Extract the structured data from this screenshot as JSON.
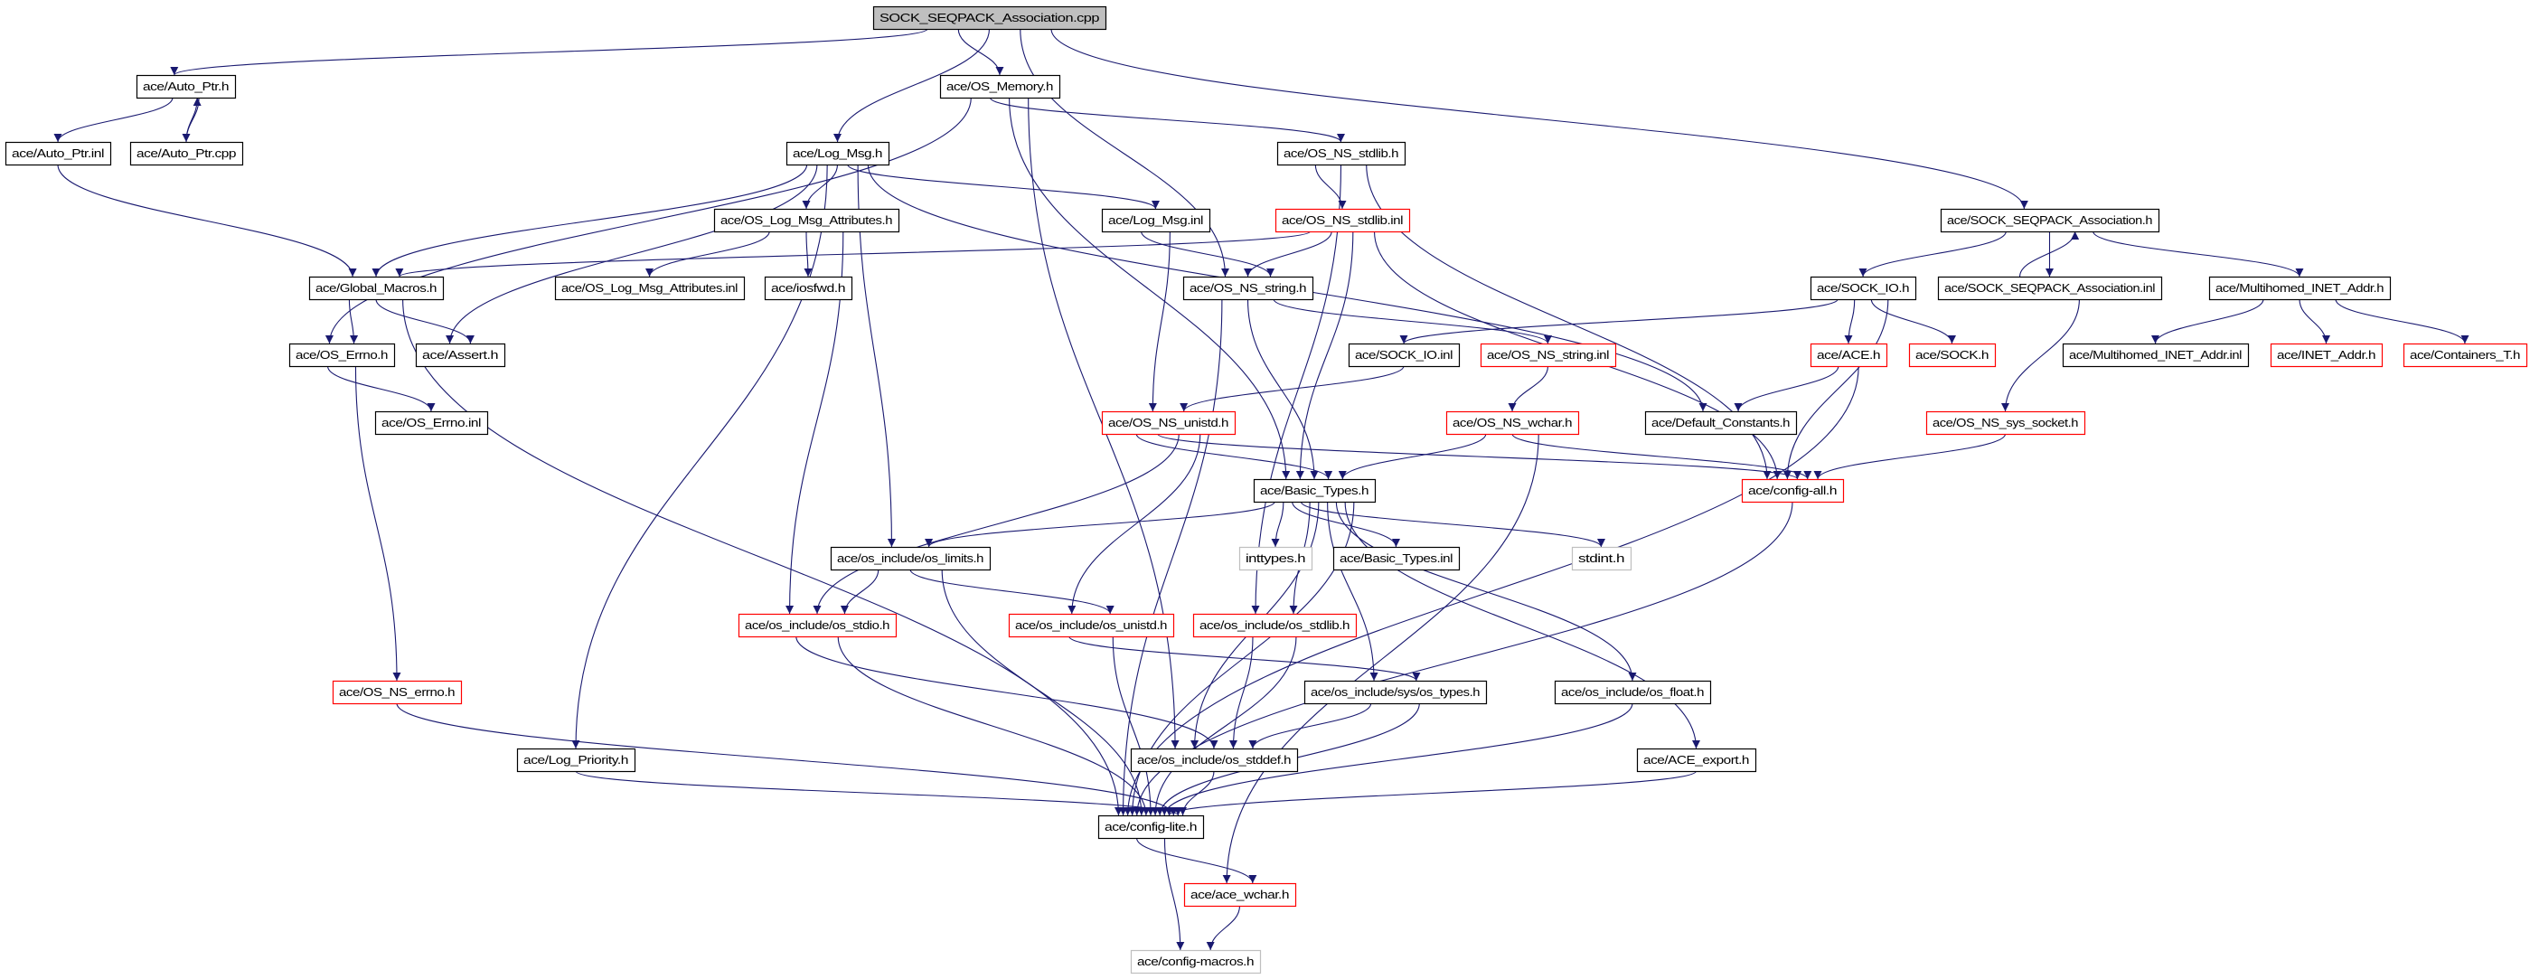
{
  "graph_title": "SOCK_SEQPACK_Association.cpp",
  "colors": {
    "edge": "#191970",
    "root_fill": "#bfbfbf",
    "normal_border": "#000000",
    "truncated_border": "#ff0000",
    "external_border": "#bfbfbf"
  },
  "nodes": {
    "root": {
      "label": "SOCK_SEQPACK_Association.cpp",
      "style": "root"
    },
    "auto_ptr_h": {
      "label": "ace/Auto_Ptr.h",
      "style": "normal"
    },
    "auto_ptr_inl": {
      "label": "ace/Auto_Ptr.inl",
      "style": "normal"
    },
    "auto_ptr_cpp": {
      "label": "ace/Auto_Ptr.cpp",
      "style": "normal"
    },
    "os_memory_h": {
      "label": "ace/OS_Memory.h",
      "style": "normal"
    },
    "log_msg_h": {
      "label": "ace/Log_Msg.h",
      "style": "normal"
    },
    "os_ns_stdlib_h": {
      "label": "ace/OS_NS_stdlib.h",
      "style": "normal"
    },
    "os_log_msg_attr_h": {
      "label": "ace/OS_Log_Msg_Attributes.h",
      "style": "normal"
    },
    "log_msg_inl": {
      "label": "ace/Log_Msg.inl",
      "style": "normal"
    },
    "os_ns_stdlib_inl": {
      "label": "ace/OS_NS_stdlib.inl",
      "style": "red"
    },
    "sock_seqpack_h": {
      "label": "ace/SOCK_SEQPACK_Association.h",
      "style": "normal"
    },
    "global_macros_h": {
      "label": "ace/Global_Macros.h",
      "style": "normal"
    },
    "os_log_msg_attr_inl": {
      "label": "ace/OS_Log_Msg_Attributes.inl",
      "style": "normal"
    },
    "iosfwd_h": {
      "label": "ace/iosfwd.h",
      "style": "normal"
    },
    "os_ns_string_h": {
      "label": "ace/OS_NS_string.h",
      "style": "normal"
    },
    "sock_io_h": {
      "label": "ace/SOCK_IO.h",
      "style": "normal"
    },
    "sock_seqpack_inl": {
      "label": "ace/SOCK_SEQPACK_Association.inl",
      "style": "normal"
    },
    "multihomed_h": {
      "label": "ace/Multihomed_INET_Addr.h",
      "style": "normal"
    },
    "os_errno_h": {
      "label": "ace/OS_Errno.h",
      "style": "normal"
    },
    "assert_h": {
      "label": "ace/Assert.h",
      "style": "normal"
    },
    "sock_io_inl": {
      "label": "ace/SOCK_IO.inl",
      "style": "normal"
    },
    "os_ns_string_inl": {
      "label": "ace/OS_NS_string.inl",
      "style": "red"
    },
    "ace_h": {
      "label": "ace/ACE.h",
      "style": "red"
    },
    "sock_h": {
      "label": "ace/SOCK.h",
      "style": "red"
    },
    "multihomed_inl": {
      "label": "ace/Multihomed_INET_Addr.inl",
      "style": "normal"
    },
    "inet_addr_h": {
      "label": "ace/INET_Addr.h",
      "style": "red"
    },
    "containers_t_h": {
      "label": "ace/Containers_T.h",
      "style": "red"
    },
    "os_errno_inl": {
      "label": "ace/OS_Errno.inl",
      "style": "normal"
    },
    "os_ns_unistd_h": {
      "label": "ace/OS_NS_unistd.h",
      "style": "red"
    },
    "os_ns_wchar_h": {
      "label": "ace/OS_NS_wchar.h",
      "style": "red"
    },
    "default_constants_h": {
      "label": "ace/Default_Constants.h",
      "style": "normal"
    },
    "os_ns_sys_socket_h": {
      "label": "ace/OS_NS_sys_socket.h",
      "style": "red"
    },
    "basic_types_h": {
      "label": "ace/Basic_Types.h",
      "style": "normal"
    },
    "config_all_h": {
      "label": "ace/config-all.h",
      "style": "red"
    },
    "os_limits_h": {
      "label": "ace/os_include/os_limits.h",
      "style": "normal"
    },
    "inttypes_h": {
      "label": "inttypes.h",
      "style": "grey"
    },
    "basic_types_inl": {
      "label": "ace/Basic_Types.inl",
      "style": "normal"
    },
    "stdint_h": {
      "label": "stdint.h",
      "style": "grey"
    },
    "os_stdio_h": {
      "label": "ace/os_include/os_stdio.h",
      "style": "red"
    },
    "os_unistd_h": {
      "label": "ace/os_include/os_unistd.h",
      "style": "red"
    },
    "os_stdlib_h": {
      "label": "ace/os_include/os_stdlib.h",
      "style": "red"
    },
    "os_ns_errno_h": {
      "label": "ace/OS_NS_errno.h",
      "style": "red"
    },
    "os_types_h": {
      "label": "ace/os_include/sys/os_types.h",
      "style": "normal"
    },
    "os_float_h": {
      "label": "ace/os_include/os_float.h",
      "style": "normal"
    },
    "log_priority_h": {
      "label": "ace/Log_Priority.h",
      "style": "normal"
    },
    "os_stddef_h": {
      "label": "ace/os_include/os_stddef.h",
      "style": "normal"
    },
    "ace_export_h": {
      "label": "ace/ACE_export.h",
      "style": "normal"
    },
    "config_lite_h": {
      "label": "ace/config-lite.h",
      "style": "normal"
    },
    "ace_wchar_h": {
      "label": "ace/ace_wchar.h",
      "style": "red"
    },
    "config_macros_h": {
      "label": "ace/config-macros.h",
      "style": "grey"
    }
  },
  "edges": [
    [
      "root",
      "auto_ptr_h"
    ],
    [
      "root",
      "os_memory_h"
    ],
    [
      "root",
      "log_msg_h"
    ],
    [
      "root",
      "os_ns_string_h"
    ],
    [
      "root",
      "sock_seqpack_h"
    ],
    [
      "auto_ptr_h",
      "auto_ptr_inl"
    ],
    [
      "auto_ptr_h",
      "auto_ptr_cpp"
    ],
    [
      "auto_ptr_cpp",
      "auto_ptr_h"
    ],
    [
      "auto_ptr_inl",
      "global_macros_h"
    ],
    [
      "os_memory_h",
      "os_errno_h"
    ],
    [
      "os_memory_h",
      "os_ns_stdlib_h"
    ],
    [
      "os_memory_h",
      "basic_types_h"
    ],
    [
      "os_memory_h",
      "os_stddef_h"
    ],
    [
      "log_msg_h",
      "global_macros_h"
    ],
    [
      "log_msg_h",
      "assert_h"
    ],
    [
      "log_msg_h",
      "log_priority_h"
    ],
    [
      "log_msg_h",
      "os_log_msg_attr_h"
    ],
    [
      "log_msg_h",
      "log_msg_inl"
    ],
    [
      "log_msg_h",
      "os_limits_h"
    ],
    [
      "log_msg_h",
      "default_constants_h"
    ],
    [
      "os_log_msg_attr_h",
      "os_log_msg_attr_inl"
    ],
    [
      "os_log_msg_attr_h",
      "iosfwd_h"
    ],
    [
      "os_log_msg_attr_h",
      "os_stdio_h"
    ],
    [
      "os_ns_stdlib_h",
      "os_ns_stdlib_inl"
    ],
    [
      "os_ns_stdlib_h",
      "os_stdlib_h"
    ],
    [
      "os_ns_stdlib_h",
      "config_all_h"
    ],
    [
      "os_ns_stdlib_inl",
      "global_macros_h"
    ],
    [
      "os_ns_stdlib_inl",
      "os_ns_string_h"
    ],
    [
      "os_ns_stdlib_inl",
      "basic_types_h"
    ],
    [
      "os_ns_stdlib_inl",
      "config_all_h"
    ],
    [
      "log_msg_inl",
      "os_ns_string_h"
    ],
    [
      "log_msg_inl",
      "os_ns_unistd_h"
    ],
    [
      "global_macros_h",
      "os_errno_h"
    ],
    [
      "global_macros_h",
      "assert_h"
    ],
    [
      "global_macros_h",
      "config_lite_h"
    ],
    [
      "os_ns_string_h",
      "config_lite_h"
    ],
    [
      "os_ns_string_h",
      "basic_types_h"
    ],
    [
      "os_ns_string_h",
      "os_ns_string_inl"
    ],
    [
      "os_errno_h",
      "os_errno_inl"
    ],
    [
      "os_errno_h",
      "os_ns_errno_h"
    ],
    [
      "sock_seqpack_h",
      "sock_io_h"
    ],
    [
      "sock_seqpack_h",
      "sock_seqpack_inl"
    ],
    [
      "sock_seqpack_inl",
      "sock_seqpack_h"
    ],
    [
      "sock_seqpack_h",
      "multihomed_h"
    ],
    [
      "sock_seqpack_inl",
      "os_ns_sys_socket_h"
    ],
    [
      "sock_io_h",
      "sock_io_inl"
    ],
    [
      "sock_io_h",
      "ace_h"
    ],
    [
      "sock_io_h",
      "sock_h"
    ],
    [
      "sock_io_h",
      "config_all_h"
    ],
    [
      "multihomed_h",
      "multihomed_inl"
    ],
    [
      "multihomed_h",
      "inet_addr_h"
    ],
    [
      "multihomed_h",
      "containers_t_h"
    ],
    [
      "ace_h",
      "default_constants_h"
    ],
    [
      "ace_h",
      "config_lite_h"
    ],
    [
      "sock_io_inl",
      "os_ns_unistd_h"
    ],
    [
      "os_ns_string_inl",
      "os_ns_wchar_h"
    ],
    [
      "os_ns_unistd_h",
      "basic_types_h"
    ],
    [
      "os_ns_unistd_h",
      "config_all_h"
    ],
    [
      "os_ns_unistd_h",
      "os_stdio_h"
    ],
    [
      "os_ns_unistd_h",
      "os_unistd_h"
    ],
    [
      "os_ns_wchar_h",
      "basic_types_h"
    ],
    [
      "os_ns_wchar_h",
      "config_all_h"
    ],
    [
      "os_ns_wchar_h",
      "ace_wchar_h"
    ],
    [
      "os_ns_sys_socket_h",
      "config_all_h"
    ],
    [
      "basic_types_h",
      "os_limits_h"
    ],
    [
      "basic_types_h",
      "inttypes_h"
    ],
    [
      "basic_types_h",
      "basic_types_inl"
    ],
    [
      "basic_types_h",
      "stdint_h"
    ],
    [
      "basic_types_h",
      "os_stdlib_h"
    ],
    [
      "basic_types_h",
      "os_stddef_h"
    ],
    [
      "basic_types_h",
      "os_types_h"
    ],
    [
      "basic_types_h",
      "os_float_h"
    ],
    [
      "basic_types_h",
      "ace_export_h"
    ],
    [
      "basic_types_h",
      "config_lite_h"
    ],
    [
      "config_all_h",
      "config_lite_h"
    ],
    [
      "os_limits_h",
      "os_stdio_h"
    ],
    [
      "os_limits_h",
      "os_unistd_h"
    ],
    [
      "os_limits_h",
      "config_lite_h"
    ],
    [
      "os_stdio_h",
      "os_stddef_h"
    ],
    [
      "os_stdio_h",
      "config_lite_h"
    ],
    [
      "os_unistd_h",
      "os_types_h"
    ],
    [
      "os_unistd_h",
      "config_lite_h"
    ],
    [
      "os_stdlib_h",
      "os_stddef_h"
    ],
    [
      "os_stdlib_h",
      "config_lite_h"
    ],
    [
      "os_types_h",
      "os_stddef_h"
    ],
    [
      "os_types_h",
      "config_lite_h"
    ],
    [
      "os_float_h",
      "config_lite_h"
    ],
    [
      "ace_export_h",
      "config_lite_h"
    ],
    [
      "os_ns_errno_h",
      "config_lite_h"
    ],
    [
      "log_priority_h",
      "config_lite_h"
    ],
    [
      "os_stddef_h",
      "config_lite_h"
    ],
    [
      "config_lite_h",
      "ace_wchar_h"
    ],
    [
      "config_lite_h",
      "config_macros_h"
    ],
    [
      "ace_wchar_h",
      "config_macros_h"
    ]
  ]
}
